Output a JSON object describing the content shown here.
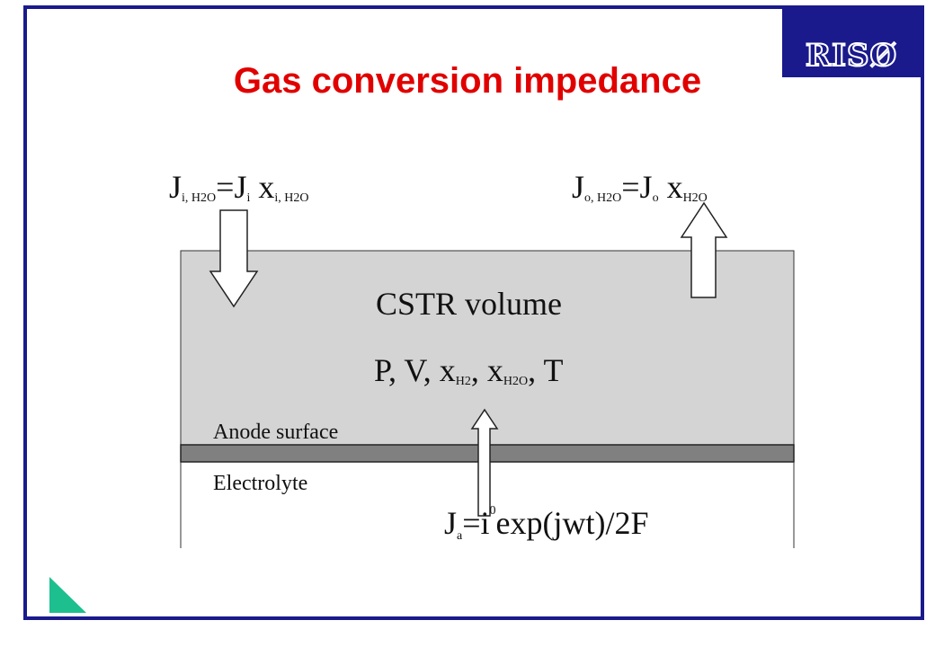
{
  "logo": {
    "text": "RISØ"
  },
  "title": "Gas conversion impedance",
  "colors": {
    "frame": "#1a1a8c",
    "title": "#e00000",
    "volume": "#d4d4d4",
    "surface": "#808080",
    "corner": "#1dbf8f"
  },
  "diagram": {
    "flux_in": {
      "j": "J",
      "sub_left": "i,  H2O",
      "eq": "=J",
      "sub_mid": "i",
      "x": " x",
      "sub_right": "i,  H2O"
    },
    "flux_out": {
      "j": "J",
      "sub_left": "o,  H2O",
      "eq": "=J",
      "sub_mid": "o",
      "x": " x",
      "sub_right": "H2O"
    },
    "volume_label": "CSTR volume",
    "state_vars": {
      "part1": "P, V, x",
      "sub1": "H2",
      "part2": ", x",
      "sub2": "H2O",
      "part3": ", T"
    },
    "anode_label": "Anode surface",
    "electrolyte_label": "Electrolyte",
    "flux_anode": {
      "j": "J",
      "sub": "a",
      "eq": "=i",
      "sup": "0",
      "rest": "exp(jwt)/2F"
    }
  }
}
